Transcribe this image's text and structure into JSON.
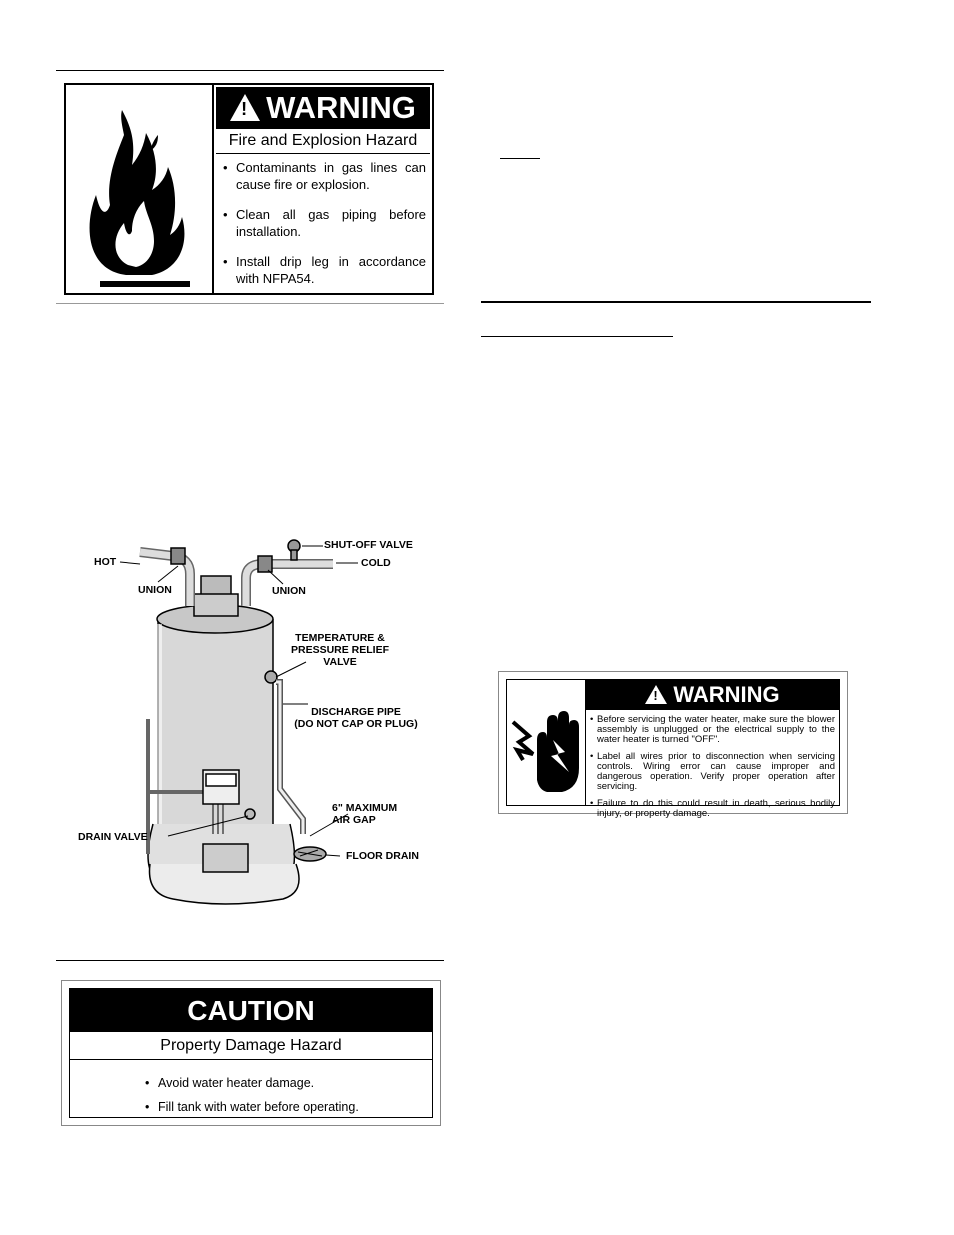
{
  "warning_fire": {
    "signal_word": "WARNING",
    "hazard": "Fire and Explosion Hazard",
    "items": [
      "Contaminants in gas lines can cause fire or explosion.",
      "Clean all gas piping before installation.",
      "Install drip leg in accordance with NFPA54."
    ]
  },
  "diagram": {
    "labels": {
      "hot": "HOT",
      "union_left": "UNION",
      "shutoff": "SHUT-OFF VALVE",
      "cold": "COLD",
      "union_right": "UNION",
      "tp_relief": [
        "TEMPERATURE &",
        "PRESSURE RELIEF",
        "VALVE"
      ],
      "discharge": [
        "DISCHARGE PIPE",
        "(DO NOT CAP OR PLUG)"
      ],
      "air_gap": [
        "6\" MAXIMUM",
        "AIR GAP"
      ],
      "drain_valve": "DRAIN VALVE",
      "floor_drain": "FLOOR DRAIN"
    }
  },
  "caution": {
    "signal_word": "CAUTION",
    "hazard": "Property Damage Hazard",
    "items": [
      "Avoid water heater damage.",
      "Fill tank with water before operating."
    ]
  },
  "warning_electrical": {
    "signal_word": "WARNING",
    "items": [
      "Before servicing the water heater, make sure the blower assembly is unplugged or the electrical supply to the water heater is turned \"OFF\".",
      "Label all wires prior to disconnection when servicing controls. Wiring error can cause improper and dangerous operation. Verify proper operation after servicing.",
      "Failure to do this could result in death, serious bodily injury, or property damage."
    ]
  },
  "colors": {
    "ink": "#000000",
    "paper": "#ffffff",
    "frame": "#888888"
  }
}
